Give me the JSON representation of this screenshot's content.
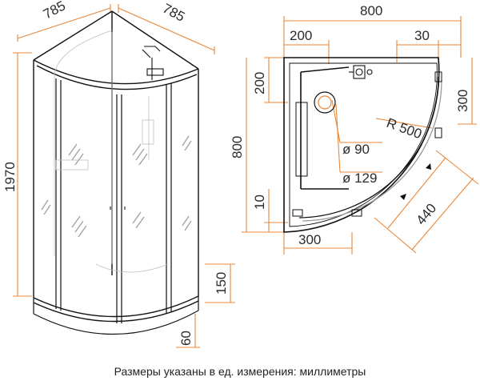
{
  "accent_color": "#e8873a",
  "line_color": "#111111",
  "dims": {
    "width_left": "785",
    "width_right": "785",
    "height": "1970",
    "tray_height": "150",
    "leg_height": "60",
    "plan_width": "800",
    "plan_depth": "800",
    "offset_200_top": "200",
    "offset_30": "30",
    "offset_200_side": "200",
    "offset_300_right": "300",
    "radius": "R 500",
    "drain_90": "ø 90",
    "drain_129": "ø 129",
    "offset_10": "10",
    "offset_300_bottom": "300",
    "door_440": "440"
  },
  "caption": "Размеры указаны в ед. измерения: миллиметры"
}
